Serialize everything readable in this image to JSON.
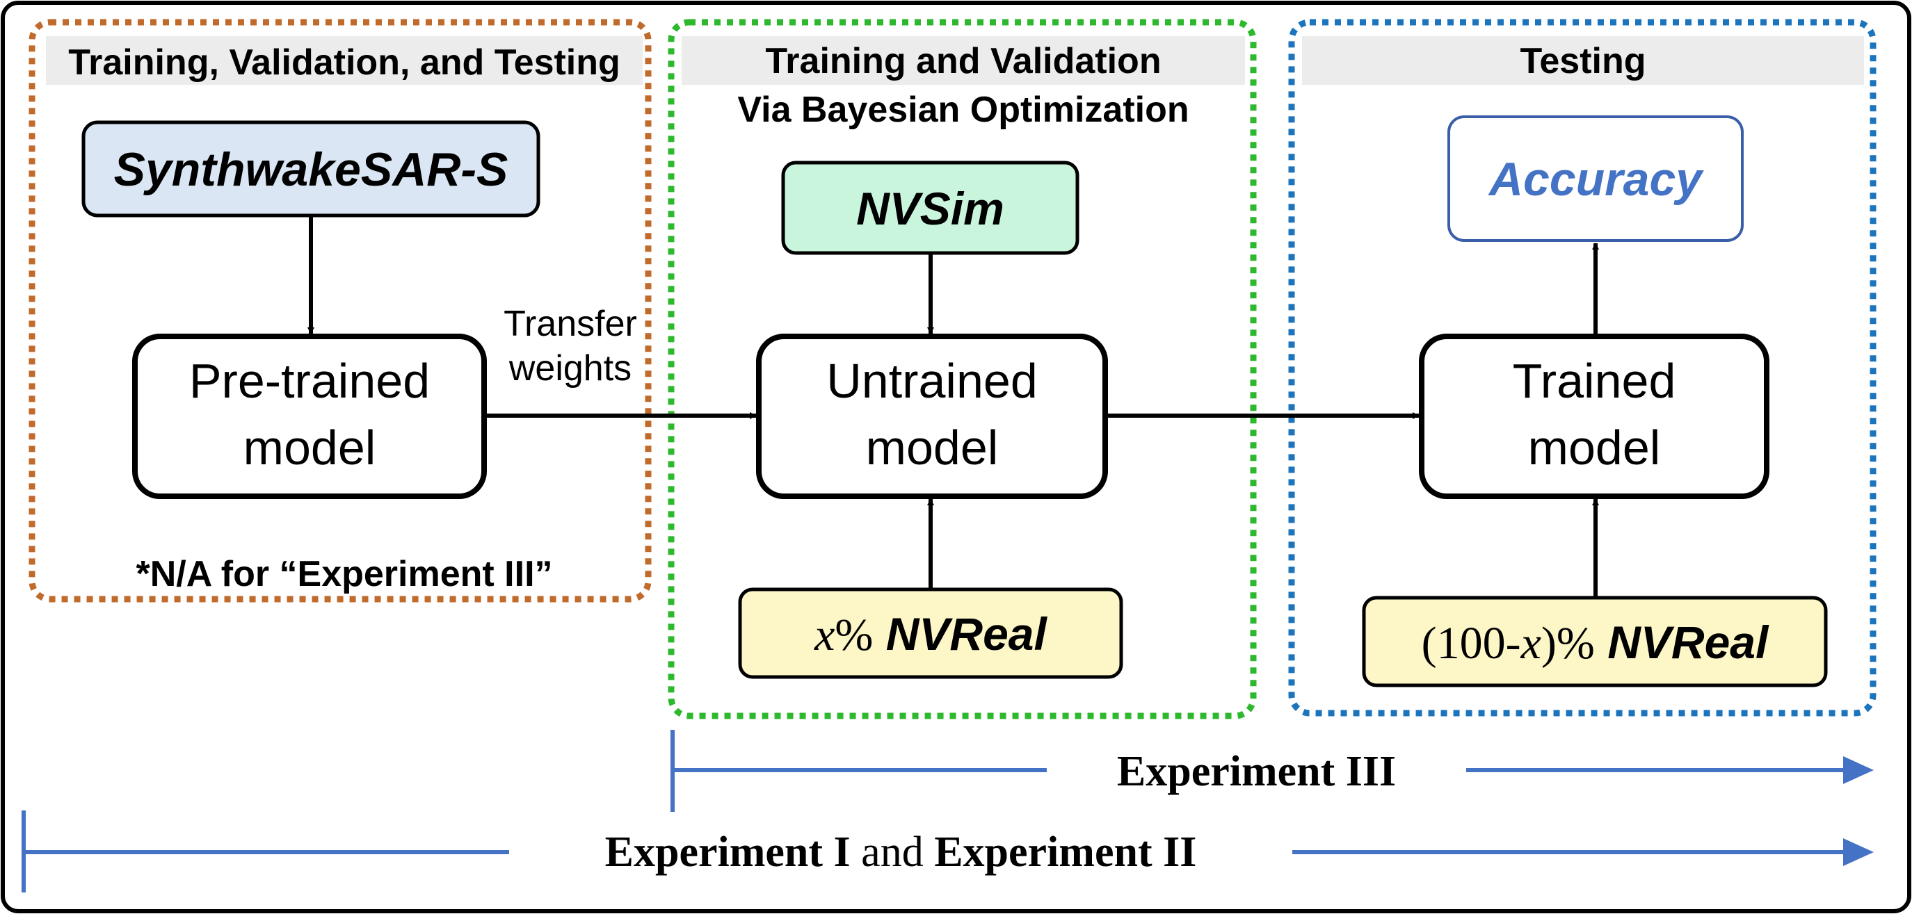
{
  "panels": {
    "pretraining": {
      "header": "Training, Validation, and Testing",
      "note": "*N/A for “Experiment III”",
      "border_color": "#c06a2b"
    },
    "training": {
      "header_line1": "Training and Validation",
      "header_line2": "Via Bayesian Optimization",
      "border_color": "#2db82d"
    },
    "testing": {
      "header": "Testing",
      "border_color": "#1c75bc"
    }
  },
  "boxes": {
    "synthwake": {
      "label": "SynthwakeSAR-S",
      "fill": "#dae6f3"
    },
    "pretrained": {
      "line1": "Pre-trained",
      "line2": "model"
    },
    "nvsim": {
      "label": "NVSim",
      "fill": "#c9f5dd"
    },
    "untrained": {
      "line1": "Untrained",
      "line2": "model"
    },
    "nvreal_train": {
      "var": "x",
      "pct": "%",
      "label": "NVReal",
      "fill": "#fdf6c6"
    },
    "trained": {
      "line1": "Trained",
      "line2": "model"
    },
    "accuracy": {
      "label": "Accuracy",
      "color": "#4472c4"
    },
    "nvreal_test": {
      "open": "(100-",
      "var": "x",
      "close": ")%",
      "label": "NVReal",
      "fill": "#fdf6c6"
    }
  },
  "arrows": {
    "transfer_line1": "Transfer",
    "transfer_line2": "weights"
  },
  "timelines": {
    "exp3": {
      "label": "Experiment III",
      "color": "#4472c4"
    },
    "exp12": {
      "part1": "Experiment I",
      "part2": " and ",
      "part3": "Experiment II",
      "color": "#4472c4"
    }
  }
}
